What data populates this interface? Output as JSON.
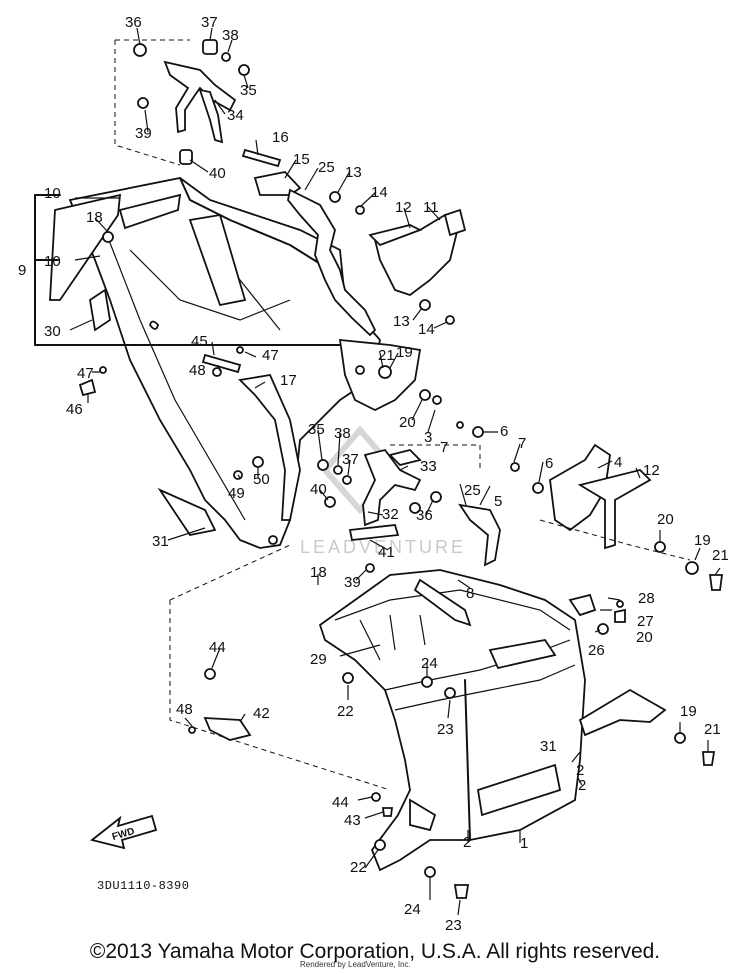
{
  "labels": {
    "l1": "1",
    "l2a": "2",
    "l2b": "2",
    "l2c": "2",
    "l3": "3",
    "l4": "4",
    "l5": "5",
    "l6a": "6",
    "l6b": "6",
    "l7a": "7",
    "l7b": "7",
    "l8": "8",
    "l9": "9",
    "l10a": "10",
    "l10b": "10",
    "l11": "11",
    "l12a": "12",
    "l12b": "12",
    "l13a": "13",
    "l13b": "13",
    "l14a": "14",
    "l14b": "14",
    "l15": "15",
    "l16": "16",
    "l17": "17",
    "l18a": "18",
    "l18b": "18",
    "l19a": "19",
    "l19b": "19",
    "l19c": "19",
    "l20a": "20",
    "l20b": "20",
    "l20c": "20",
    "l21a": "21",
    "l21b": "21",
    "l21c": "21",
    "l22a": "22",
    "l22b": "22",
    "l23a": "23",
    "l23b": "23",
    "l24a": "24",
    "l24b": "24",
    "l25a": "25",
    "l25b": "25",
    "l26": "26",
    "l27": "27",
    "l28": "28",
    "l29": "29",
    "l30": "30",
    "l31a": "31",
    "l31b": "31",
    "l32": "32",
    "l33": "33",
    "l34": "34",
    "l35a": "35",
    "l35b": "35",
    "l36a": "36",
    "l36b": "36",
    "l37a": "37",
    "l37b": "37",
    "l38a": "38",
    "l38b": "38",
    "l39a": "39",
    "l39b": "39",
    "l40a": "40",
    "l40b": "40",
    "l41": "41",
    "l42": "42",
    "l43": "43",
    "l44a": "44",
    "l44b": "44",
    "l45": "45",
    "l46": "46",
    "l47a": "47",
    "l47b": "47",
    "l48a": "48",
    "l48b": "48",
    "l49": "49",
    "l50": "50"
  },
  "diagram_code": "3DU1110-8390",
  "fwd_arrow": "FWD",
  "watermark": "LEADVENTURE",
  "copyright": "©2013 Yamaha Motor Corporation, U.S.A. All rights reserved.",
  "rendered_by": "Rendered by LeadVenture, Inc."
}
